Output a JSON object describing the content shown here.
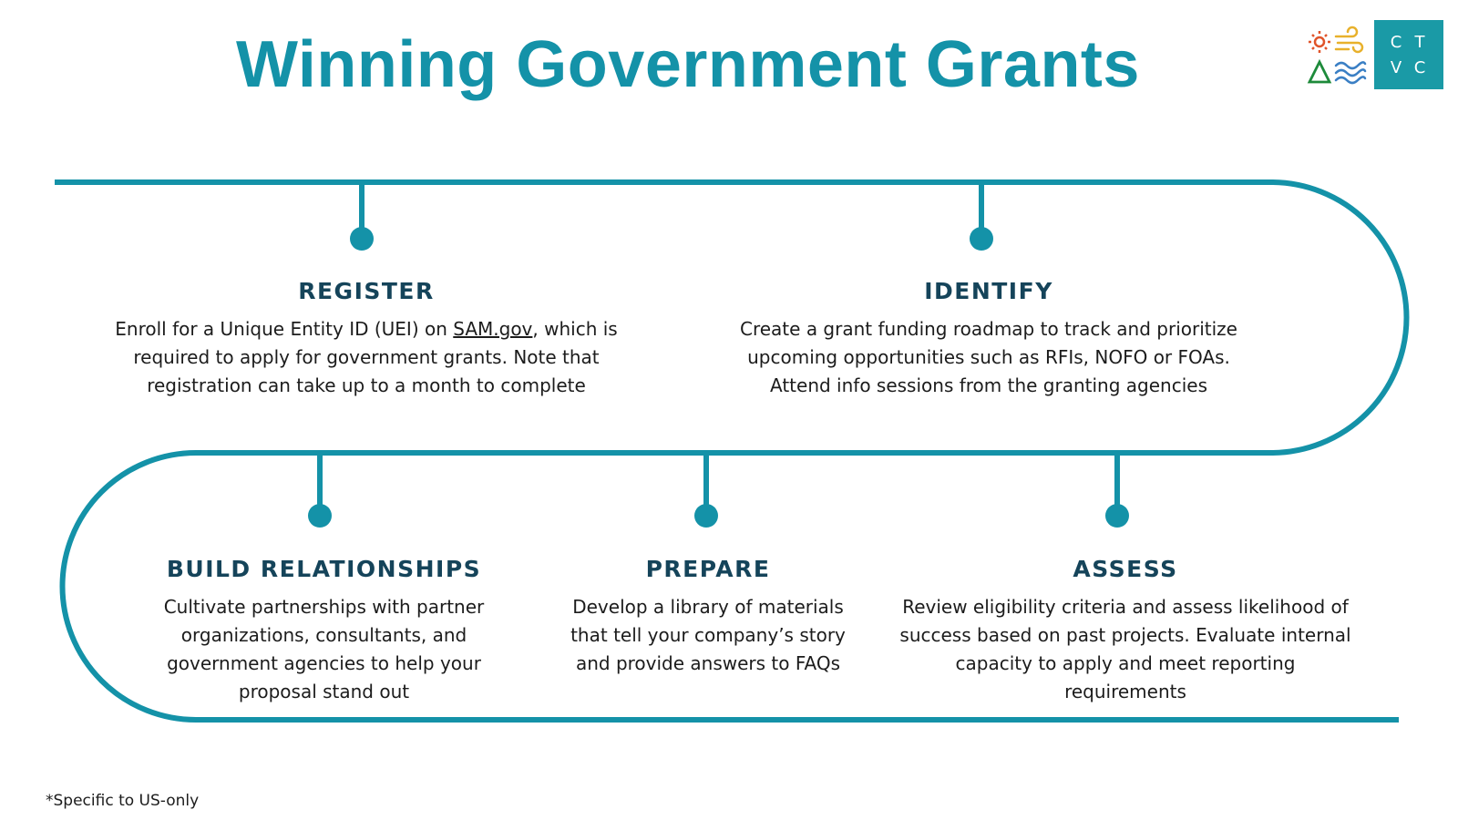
{
  "title": "Winning Government Grants",
  "logo": {
    "letters": [
      "C",
      "T",
      "V",
      "C"
    ],
    "icons": [
      "sun-icon",
      "wind-icon",
      "mountain-icon",
      "water-icon"
    ],
    "box_color": "#1a9aa6"
  },
  "colors": {
    "path": "#1492a8",
    "title": "#1492a8",
    "heading": "#15445a"
  },
  "steps": {
    "register": {
      "heading": "REGISTER",
      "text_before": "Enroll for a Unique Entity ID (UEI) on ",
      "link": "SAM.gov",
      "text_after": ", which is required to apply for government grants. Note that registration can take up to a month to complete"
    },
    "identify": {
      "heading": "IDENTIFY",
      "text": "Create a grant funding roadmap to track and prioritize upcoming opportunities such as RFIs, NOFO or FOAs. Attend info sessions from the granting agencies"
    },
    "build": {
      "heading": "BUILD RELATIONSHIPS",
      "text": "Cultivate partnerships with partner organizations, consultants, and government agencies to help your proposal stand out"
    },
    "prepare": {
      "heading": "PREPARE",
      "text": "Develop a library of materials that tell your company’s story and provide answers to FAQs"
    },
    "assess": {
      "heading": "ASSESS",
      "text": "Review eligibility criteria and assess likelihood of success based on past projects. Evaluate internal capacity to apply and meet reporting requirements"
    }
  },
  "footnote": "*Specific to US-only"
}
